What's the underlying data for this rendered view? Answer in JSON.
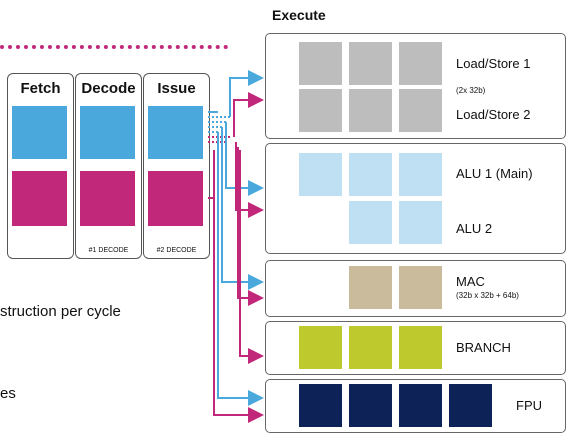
{
  "execute_title": "Execute",
  "pipeline": {
    "fetch": "Fetch",
    "decode": "Decode",
    "issue": "Issue",
    "decode_sub": "#1 DECODE",
    "issue_sub": "#2 DECODE"
  },
  "units": {
    "load_store_1": "Load/Store 1",
    "load_store_width": "(2x 32b)",
    "load_store_2": "Load/Store 2",
    "alu_1": "ALU 1 (Main)",
    "alu_2": "ALU 2",
    "mac": "MAC",
    "mac_sub": "(32b x 32b + 64b)",
    "branch": "BRANCH",
    "fpu": "FPU"
  },
  "side_text": {
    "line1": "struction per cycle",
    "line2": "es"
  },
  "colors": {
    "pipeline_blue": "#4aa8dc",
    "pipeline_magenta": "#c2287a",
    "load_store": "#bdbdbd",
    "alu": "#bfe0f3",
    "mac": "#c9bb9b",
    "branch": "#bec92e",
    "fpu": "#0d2357"
  }
}
